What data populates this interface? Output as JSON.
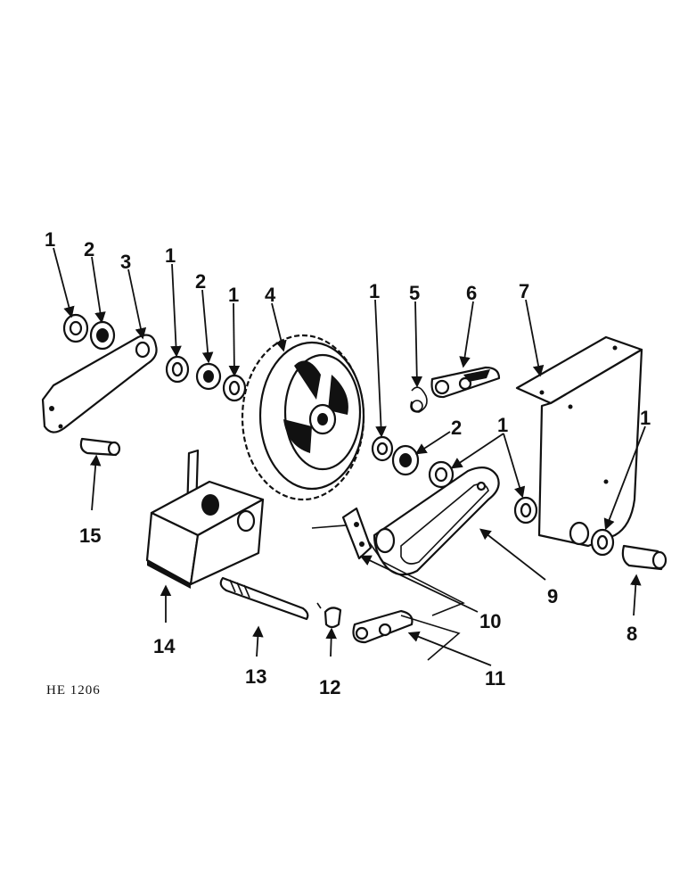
{
  "figure_code": "HE 1206",
  "callouts": [
    "1",
    "2",
    "3",
    "1",
    "2",
    "1",
    "4",
    "1",
    "5",
    "6",
    "7",
    "2",
    "1",
    "1",
    "15",
    "14",
    "13",
    "12",
    "10",
    "9",
    "11",
    "8"
  ],
  "colors": {
    "ink": "#111111",
    "paper": "#ffffff"
  }
}
